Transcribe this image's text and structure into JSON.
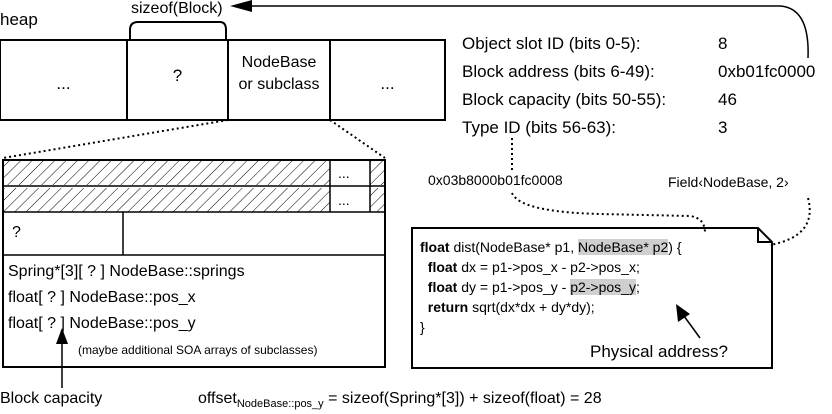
{
  "heap": {
    "label": "heap",
    "sizeof_label": "sizeof(Block)",
    "cells": [
      "...",
      "?",
      "NodeBase\nor subclass",
      "..."
    ]
  },
  "packed_id": {
    "rows": [
      {
        "label": "Object slot ID (bits 0-5):",
        "value": "8"
      },
      {
        "label": "Block address (bits 6-49):",
        "value": "0xb01fc0000"
      },
      {
        "label": "Block capacity (bits 50-55):",
        "value": "46"
      },
      {
        "label": "Type ID (bits 56-63):",
        "value": "3"
      }
    ],
    "hex": "0x03b8000b01fc0008",
    "field_label": "Field‹NodeBase, 2›"
  },
  "block": {
    "ellipsis": "...",
    "header_cell": "?",
    "arrays": [
      "Spring*[3][ ? ] NodeBase::springs",
      "float[ ? ] NodeBase::pos_x",
      "float[ ? ] NodeBase::pos_y"
    ],
    "note": "(maybe additional SOA arrays of subclasses)",
    "capacity_label": "Block capacity"
  },
  "code": {
    "kw_float": "float",
    "kw_return": "return",
    "line1_a": " dist(NodeBase* p1, ",
    "line1_hl": "NodeBase* p2",
    "line1_b": ") {",
    "line2": " dx = p1->pos_x - p2->pos_x;",
    "line3_a": " dy = p1->pos_y - ",
    "line3_hl": "p2->pos_y",
    "line3_b": ";",
    "line4": " sqrt(dx*dx + dy*dy);",
    "line5": "}",
    "annotation": "Physical address?"
  },
  "offset": {
    "prefix": "offset",
    "subscript": "NodeBase::pos_y",
    "expr": " = sizeof(Spring*[3]) + sizeof(float) = 28"
  }
}
